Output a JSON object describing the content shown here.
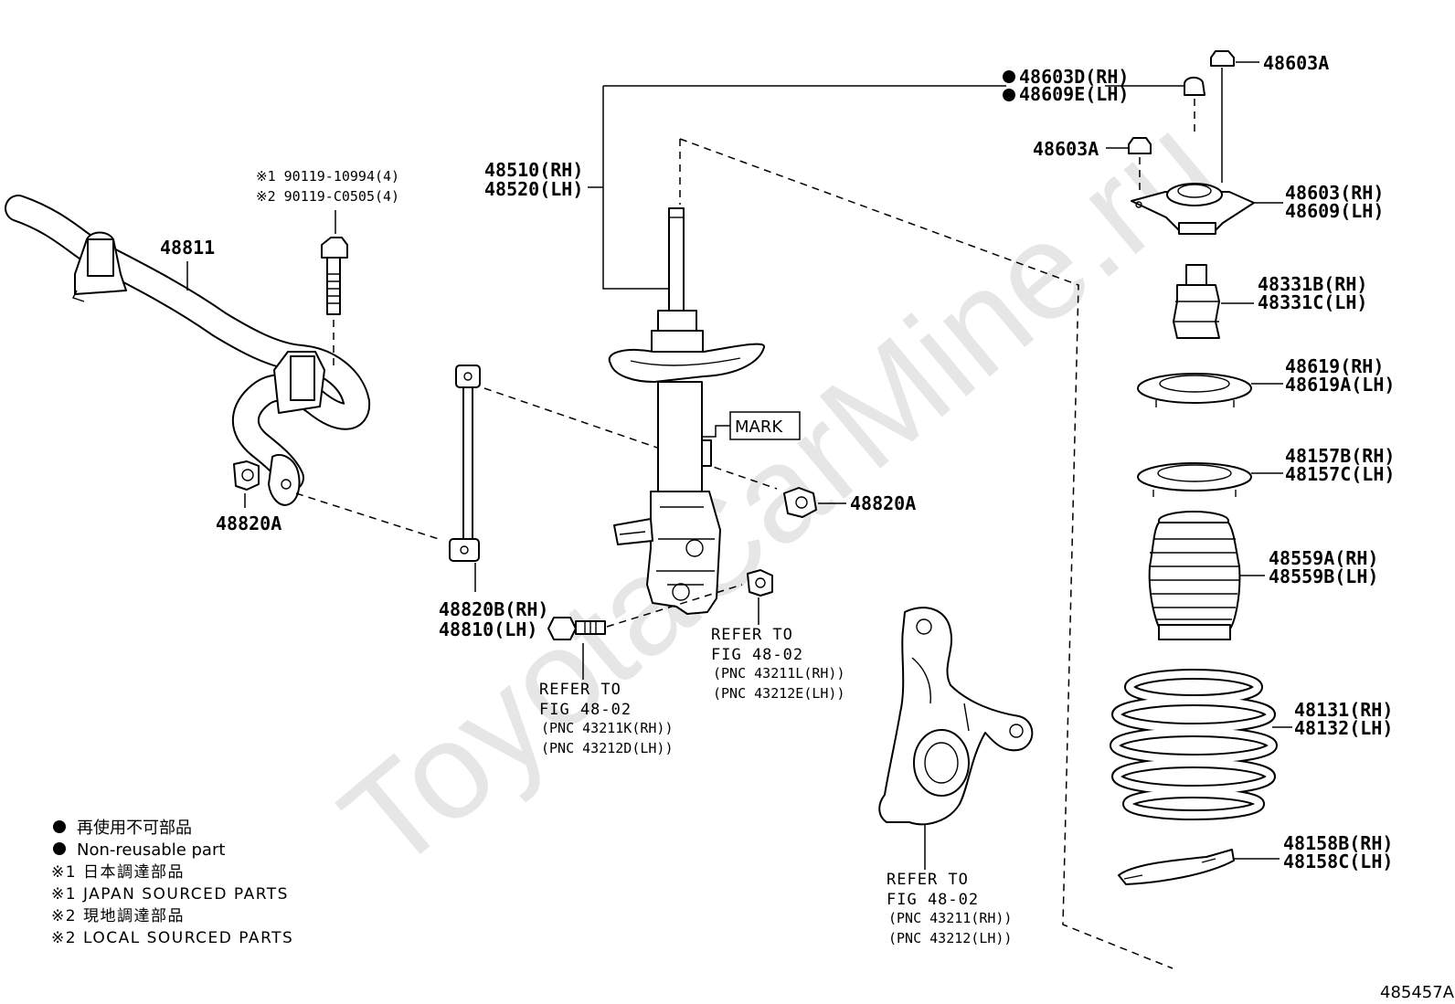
{
  "watermark": "ToyotaCarMine.ru",
  "figure_id": "485457A",
  "parts": {
    "stabilizer_bar": "48811",
    "bolt_ref1": "※1 90119-10994(4)",
    "bolt_ref2": "※2 90119-C0505(4)",
    "bushing_left": "48820A",
    "bushing_right": "48820A",
    "link_rh": "48820B(RH)",
    "link_lh": "48810(LH)",
    "strut_rh": "48510(RH)",
    "strut_lh": "48520(LH)",
    "mark": "MARK",
    "nut_rh": "48603D(RH)",
    "nut_lh": "48609E(LH)",
    "nut_top": "48603A",
    "nut_side": "48603A",
    "mount_rh": "48603(RH)",
    "mount_lh": "48609(LH)",
    "bump_rh": "48331B(RH)",
    "bump_lh": "48331C(LH)",
    "seat_rh": "48619(RH)",
    "seat_lh": "48619A(LH)",
    "bearing_rh": "48157B(RH)",
    "bearing_lh": "48157C(LH)",
    "boot_rh": "48559A(RH)",
    "boot_lh": "48559B(LH)",
    "spring_rh": "48131(RH)",
    "spring_lh": "48132(LH)",
    "insulator_rh": "48158B(RH)",
    "insulator_lh": "48158C(LH)"
  },
  "refs": {
    "bolt": [
      "REFER TO",
      "FIG 48-02",
      "(PNC 43211K(RH))",
      "(PNC 43212D(LH))"
    ],
    "cam": [
      "REFER TO",
      "FIG 48-02",
      "(PNC 43211L(RH))",
      "(PNC 43212E(LH))"
    ],
    "knuckle": [
      "REFER TO",
      "FIG 48-02",
      "(PNC 43211(RH))",
      "(PNC 43212(LH))"
    ]
  },
  "legend": {
    "nonreuse_jp": "再使用不可部品",
    "nonreuse_en": "Non-reusable part",
    "note1_jp": "※1 日本調達部品",
    "note1_en": "※1 JAPAN SOURCED PARTS",
    "note2_jp": "※2 現地調達部品",
    "note2_en": "※2 LOCAL SOURCED PARTS"
  }
}
